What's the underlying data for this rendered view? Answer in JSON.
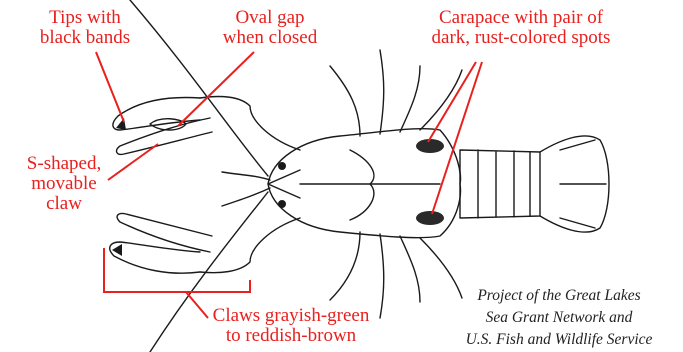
{
  "labels": {
    "tips": [
      "Tips with",
      "black bands"
    ],
    "oval_gap": [
      "Oval gap",
      "when closed"
    ],
    "carapace": [
      "Carapace with pair of",
      "dark, rust-colored spots"
    ],
    "s_shaped": [
      "S-shaped,",
      "movable",
      "claw"
    ],
    "claws_color": [
      "Claws grayish-green",
      "to reddish-brown"
    ]
  },
  "credit": [
    "Project of the Great Lakes",
    "Sea Grant Network and",
    "U.S. Fish and Wildlife Service"
  ],
  "colors": {
    "label": "#e8201e",
    "outline": "#1a1a1a",
    "spot": "#2a2a2a",
    "background": "#ffffff"
  },
  "subject": "crayfish-line-drawing"
}
